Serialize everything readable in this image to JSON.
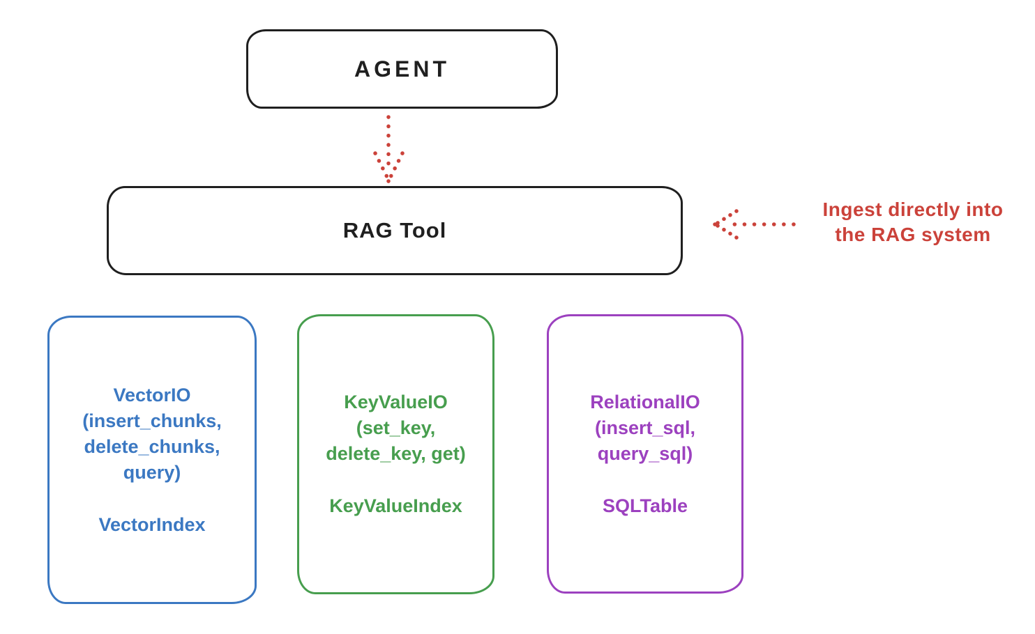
{
  "agent": {
    "label": "AGENT"
  },
  "rag_tool": {
    "label": "RAG Tool"
  },
  "annotation": {
    "line1": "Ingest directly into",
    "line2": "the RAG system"
  },
  "arrows": {
    "agent_to_rag": {
      "style": "dotted",
      "direction": "down",
      "color": "#cb423a"
    },
    "ingest_to_rag": {
      "style": "dotted",
      "direction": "left",
      "color": "#cb423a"
    }
  },
  "io_boxes": [
    {
      "name": "VectorIO",
      "color": "#3b78c2",
      "lines": [
        "VectorIO",
        "(insert_chunks,",
        "delete_chunks,",
        "query)"
      ],
      "index_label": "VectorIndex"
    },
    {
      "name": "KeyValueIO",
      "color": "#479e4e",
      "lines": [
        "KeyValueIO",
        "(set_key,",
        "delete_key, get)"
      ],
      "index_label": "KeyValueIndex"
    },
    {
      "name": "RelationalIO",
      "color": "#9c41bf",
      "lines": [
        "RelationalIO",
        "(insert_sql,",
        "query_sql)"
      ],
      "index_label": "SQLTable"
    }
  ],
  "colors": {
    "background": "#ffffff",
    "stroke_black": "#1f1f1f",
    "red": "#cb423a",
    "blue": "#3b78c2",
    "green": "#479e4e",
    "purple": "#9c41bf"
  }
}
